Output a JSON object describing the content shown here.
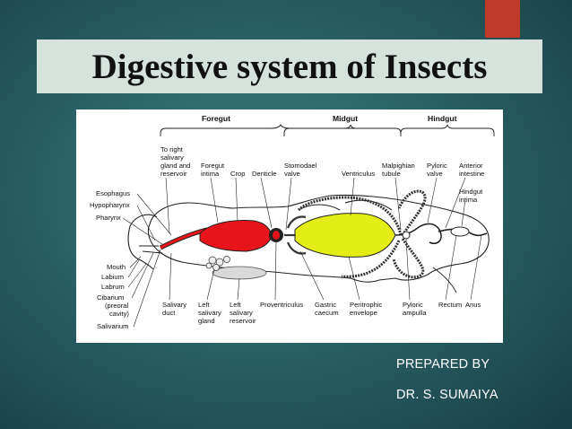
{
  "slide": {
    "title": "Digestive system of Insects",
    "prepared_by": "PREPARED BY",
    "author": "DR. S. SUMAIYA",
    "accent_color": "#c0392b"
  },
  "diagram": {
    "sections": [
      "Foregut",
      "Midgut",
      "Hindgut"
    ],
    "top_labels": {
      "right_salivary": [
        "To right",
        "salivary",
        "gland and",
        "reservoir"
      ],
      "foregut_intima": [
        "Foregut",
        "intima"
      ],
      "crop": "Crop",
      "denticle": "Denticle",
      "stomodael": [
        "Stomodael",
        "valve"
      ],
      "ventriculus": "Ventriculus",
      "malpighian": [
        "Malpighian",
        "tubule"
      ],
      "pyloric_valve": [
        "Pyloric",
        "valve"
      ],
      "anterior_intestine": [
        "Anterior",
        "intestine"
      ],
      "hindgut_intima": [
        "Hindgut",
        "intima"
      ]
    },
    "left_labels": {
      "esophagus": "Esophagus",
      "hypopharynx": "Hypopharynx",
      "pharynx": "Pharynx",
      "mouth": "Mouth",
      "labium": "Labium",
      "labrum": "Labrum",
      "cibarium": [
        "Cibarium",
        "(preoral",
        "cavity)"
      ],
      "salivarium": "Salivarium"
    },
    "bottom_labels": {
      "salivary_duct": [
        "Salivary",
        "duct"
      ],
      "left_salivary_gland": [
        "Left",
        "salivary",
        "gland"
      ],
      "left_salivary_reservoir": [
        "Left",
        "salivary",
        "reservoir"
      ],
      "proventriculus": "Proventriculus",
      "gastric_caecum": [
        "Gastric",
        "caecum"
      ],
      "peritrophic": [
        "Peritrophic",
        "envelope"
      ],
      "pyloric_ampulla": [
        "Pyloric",
        "ampulla"
      ],
      "rectum": "Rectum",
      "anus": "Anus"
    },
    "colors": {
      "crop": "#e8141c",
      "ventriculus": "#e4ee16"
    }
  }
}
